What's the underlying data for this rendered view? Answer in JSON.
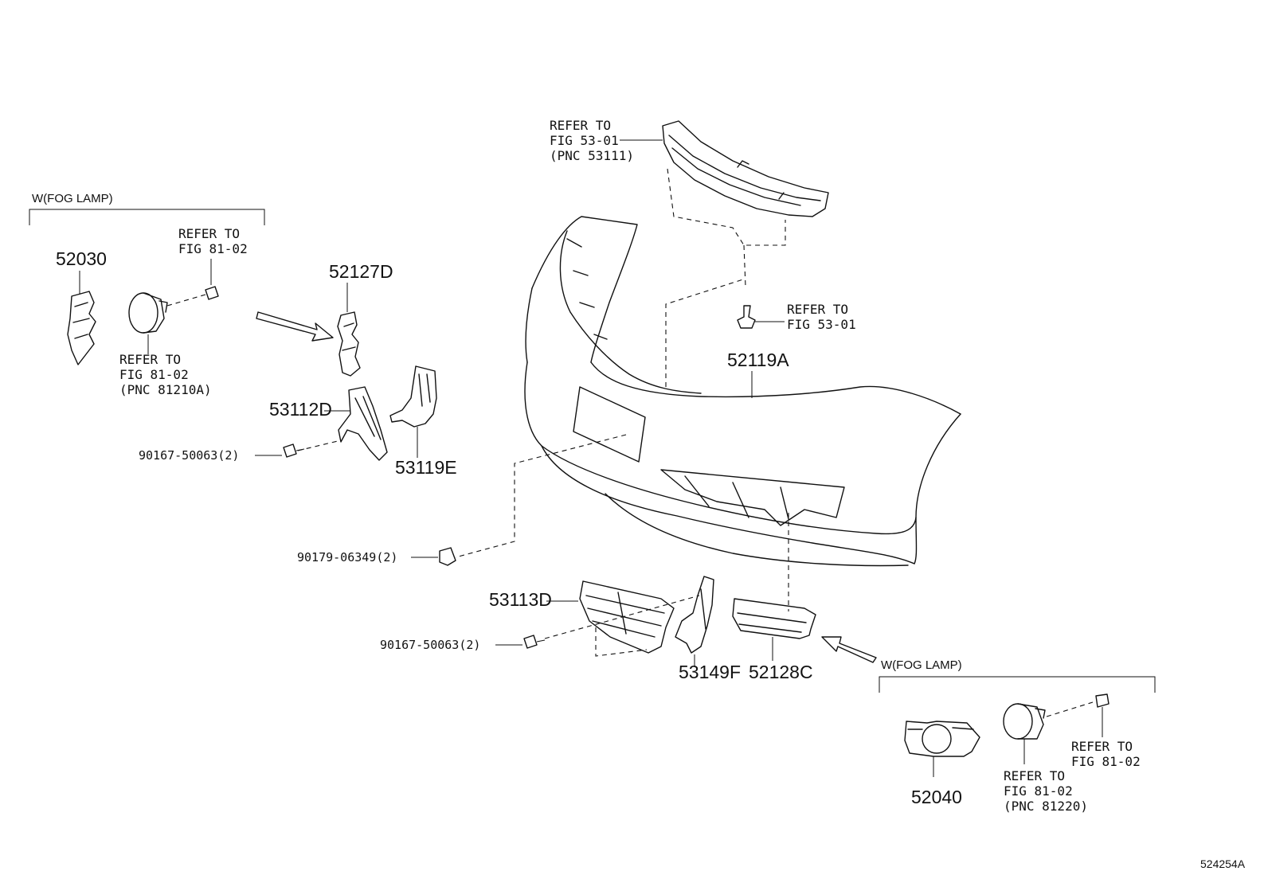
{
  "diagram": {
    "code": "524254A",
    "conditions": {
      "left": "W(FOG LAMP)",
      "right": "W(FOG LAMP)"
    },
    "part_numbers": {
      "p52030": "52030",
      "p52127D": "52127D",
      "p53112D": "53112D",
      "p53119E": "53119E",
      "p52119A": "52119A",
      "p53113D": "53113D",
      "p53149F": "53149F",
      "p52128C": "52128C",
      "p52040": "52040"
    },
    "bolts": {
      "b1": "90167-50063(2)",
      "b2": "90179-06349(2)",
      "b3": "90167-50063(2)"
    },
    "references": {
      "top": [
        "REFER TO",
        "FIG 53-01",
        "(PNC 53111)"
      ],
      "mid": [
        "REFER TO",
        "FIG 53-01"
      ],
      "left_screw": [
        "REFER TO",
        "FIG 81-02"
      ],
      "left_lamp": [
        "REFER TO",
        "FIG 81-02",
        "(PNC 81210A)"
      ],
      "right_screw": [
        "REFER TO",
        "FIG 81-02"
      ],
      "right_lamp": [
        "REFER TO",
        "FIG 81-02",
        "(PNC 81220)"
      ]
    }
  }
}
